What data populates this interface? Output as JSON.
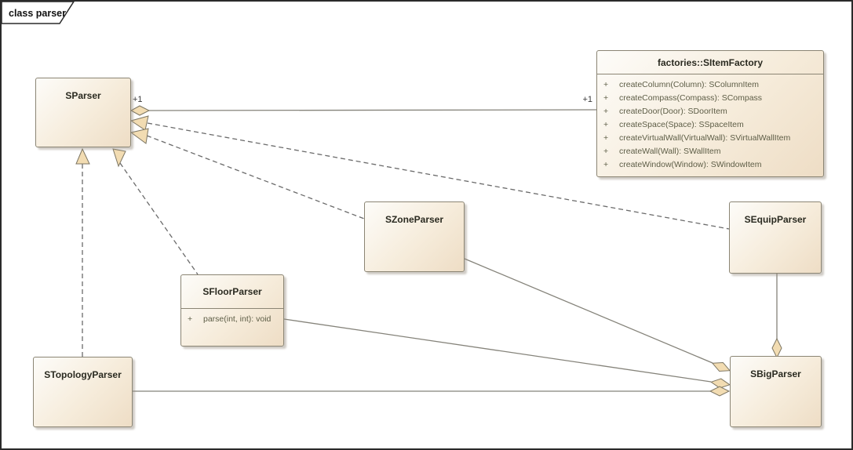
{
  "frame": {
    "title": "class parser"
  },
  "classes": {
    "sparser": {
      "name": "SParser"
    },
    "factory": {
      "name": "factories::SItemFactory",
      "methods": [
        {
          "vis": "+",
          "sig": "createColumn(Column): SColumnItem"
        },
        {
          "vis": "+",
          "sig": "createCompass(Compass): SCompass"
        },
        {
          "vis": "+",
          "sig": "createDoor(Door): SDoorItem"
        },
        {
          "vis": "+",
          "sig": "createSpace(Space): SSpaceItem"
        },
        {
          "vis": "+",
          "sig": "createVirtualWall(VirtualWall): SVirtualWallItem"
        },
        {
          "vis": "+",
          "sig": "createWall(Wall): SWallItem"
        },
        {
          "vis": "+",
          "sig": "createWindow(Window): SWindowItem"
        }
      ]
    },
    "szone": {
      "name": "SZoneParser"
    },
    "sequip": {
      "name": "SEquipParser"
    },
    "sfloor": {
      "name": "SFloorParser",
      "methods": [
        {
          "vis": "+",
          "sig": "parse(int, int): void"
        }
      ]
    },
    "stopo": {
      "name": "STopologyParser"
    },
    "sbig": {
      "name": "SBigParser"
    }
  },
  "labels": {
    "sparser_multiplicity": "+1",
    "factory_multiplicity": "+1"
  },
  "relationships": [
    {
      "from": "SParser",
      "to": "factories::SItemFactory",
      "type": "aggregation",
      "line": "solid",
      "from_multiplicity": "+1",
      "to_multiplicity": "+1"
    },
    {
      "from": "SEquipParser",
      "to": "SParser",
      "type": "realization",
      "line": "dashed"
    },
    {
      "from": "SZoneParser",
      "to": "SParser",
      "type": "realization",
      "line": "dashed"
    },
    {
      "from": "SFloorParser",
      "to": "SParser",
      "type": "realization",
      "line": "dashed"
    },
    {
      "from": "STopologyParser",
      "to": "SParser",
      "type": "realization",
      "line": "dashed"
    },
    {
      "from": "SBigParser",
      "to": "SZoneParser",
      "type": "aggregation",
      "line": "solid"
    },
    {
      "from": "SBigParser",
      "to": "SFloorParser",
      "type": "aggregation",
      "line": "solid"
    },
    {
      "from": "SBigParser",
      "to": "STopologyParser",
      "type": "aggregation",
      "line": "solid"
    },
    {
      "from": "SBigParser",
      "to": "SEquipParser",
      "type": "aggregation",
      "line": "solid"
    }
  ],
  "colors": {
    "box_fill_light": "#fdfcf9",
    "box_fill_dark": "#eeddc5",
    "box_border": "#8b8574",
    "shape_fill": "#f2dcb2",
    "shape_border": "#7d7663",
    "solid_line": "#85837a",
    "dashed_line": "#6b6b6b",
    "name_text": "#2a2a20",
    "method_text": "#5d5d46"
  }
}
